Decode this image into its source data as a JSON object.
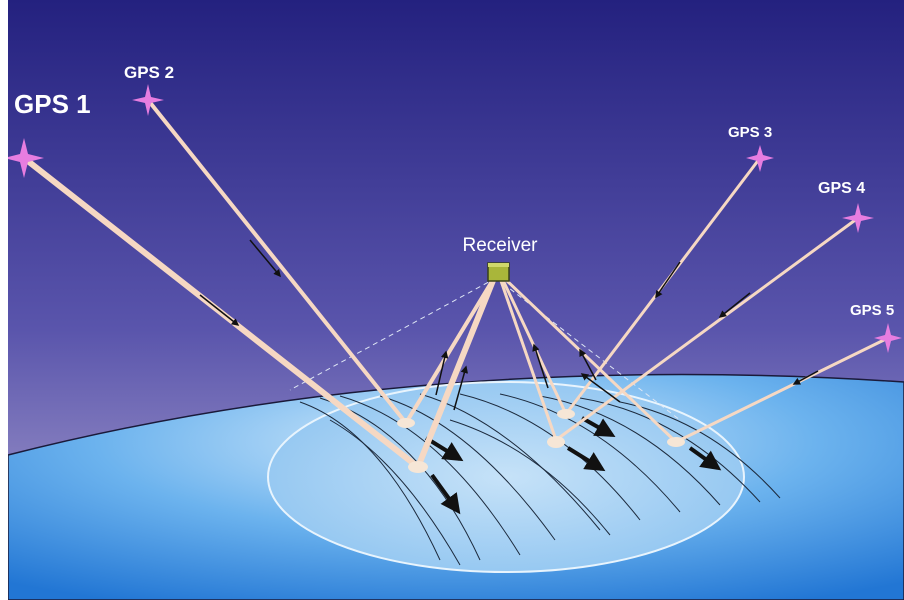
{
  "receiver_label": "Receiver",
  "satellites": [
    {
      "id": "gps1",
      "label": "GPS 1"
    },
    {
      "id": "gps2",
      "label": "GPS 2"
    },
    {
      "id": "gps3",
      "label": "GPS 3"
    },
    {
      "id": "gps4",
      "label": "GPS 4"
    },
    {
      "id": "gps5",
      "label": "GPS 5"
    }
  ],
  "colors": {
    "sky_top": "#24217f",
    "sky_bottom": "#b0a7d2",
    "ocean": "#2c8be0",
    "glint_zone": "#a5d2f5",
    "signal": "#f6d8c3",
    "satellite": "#e77de0",
    "receiver": "#a9b63a"
  }
}
